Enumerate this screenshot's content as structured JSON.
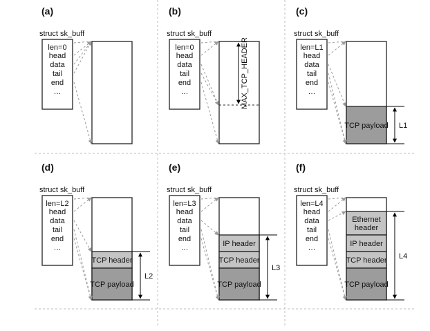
{
  "colors": {
    "line": "#222222",
    "pointer": "#9a9a9a",
    "payload_fill": "#9c9c9c",
    "header_fill": "#c4c4c4",
    "separator": "#bdbdbd"
  },
  "panels": [
    {
      "id": "a",
      "label": "(a)",
      "struct_title": "struct sk_buff",
      "fields": [
        "len=0",
        "head",
        "data",
        "tail",
        "end",
        "..."
      ],
      "blocks": [],
      "dim_label": "",
      "max_header_label": ""
    },
    {
      "id": "b",
      "label": "(b)",
      "struct_title": "struct sk_buff",
      "fields": [
        "len=0",
        "head",
        "data",
        "tail",
        "end",
        "..."
      ],
      "blocks": [],
      "dim_label": "",
      "max_header_label": "MAX_TCP_HEADER"
    },
    {
      "id": "c",
      "label": "(c)",
      "struct_title": "struct sk_buff",
      "fields": [
        "len=L1",
        "head",
        "data",
        "tail",
        "end",
        "..."
      ],
      "blocks": [
        {
          "label": "TCP payload",
          "kind": "payload"
        }
      ],
      "dim_label": "L1",
      "max_header_label": ""
    },
    {
      "id": "d",
      "label": "(d)",
      "struct_title": "struct sk_buff",
      "fields": [
        "len=L2",
        "head",
        "data",
        "tail",
        "end",
        "..."
      ],
      "blocks": [
        {
          "label": "TCP header",
          "kind": "header"
        },
        {
          "label": "TCP payload",
          "kind": "payload"
        }
      ],
      "dim_label": "L2",
      "max_header_label": ""
    },
    {
      "id": "e",
      "label": "(e)",
      "struct_title": "struct sk_buff",
      "fields": [
        "len=L3",
        "head",
        "data",
        "tail",
        "end",
        "..."
      ],
      "blocks": [
        {
          "label": "IP header",
          "kind": "header"
        },
        {
          "label": "TCP header",
          "kind": "header"
        },
        {
          "label": "TCP payload",
          "kind": "payload"
        }
      ],
      "dim_label": "L3",
      "max_header_label": ""
    },
    {
      "id": "f",
      "label": "(f)",
      "struct_title": "struct sk_buff",
      "fields": [
        "len=L4",
        "head",
        "data",
        "tail",
        "end",
        "..."
      ],
      "blocks": [
        {
          "label": "Ethernet header",
          "kind": "header"
        },
        {
          "label": "IP header",
          "kind": "header"
        },
        {
          "label": "TCP header",
          "kind": "header"
        },
        {
          "label": "TCP payload",
          "kind": "payload"
        }
      ],
      "dim_label": "L4",
      "max_header_label": ""
    }
  ]
}
